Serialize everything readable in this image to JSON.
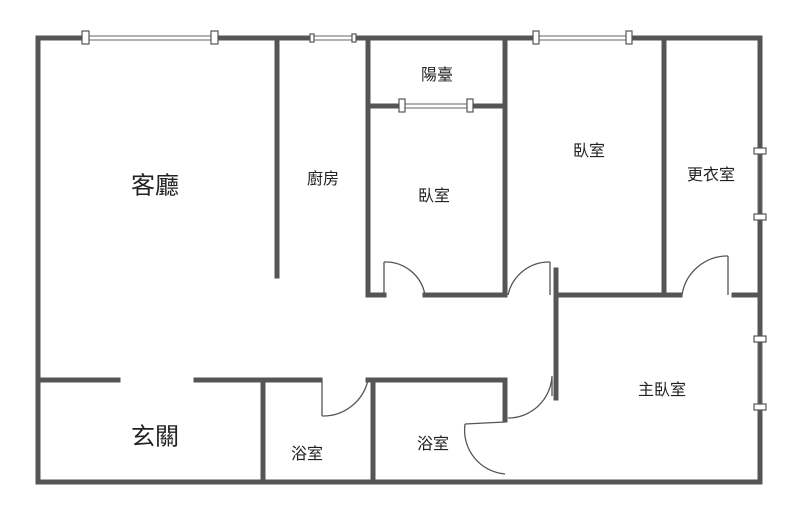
{
  "rooms": {
    "living_room": "客廳",
    "kitchen": "廚房",
    "balcony": "陽臺",
    "bedroom_small": "臥室",
    "bedroom_top": "臥室",
    "closet": "更衣室",
    "master_bedroom": "主臥室",
    "entrance": "玄關",
    "bathroom_left": "浴室",
    "bathroom_right": "浴室"
  },
  "colors": {
    "wall": "#555555",
    "background": "#ffffff",
    "text": "#222222"
  }
}
